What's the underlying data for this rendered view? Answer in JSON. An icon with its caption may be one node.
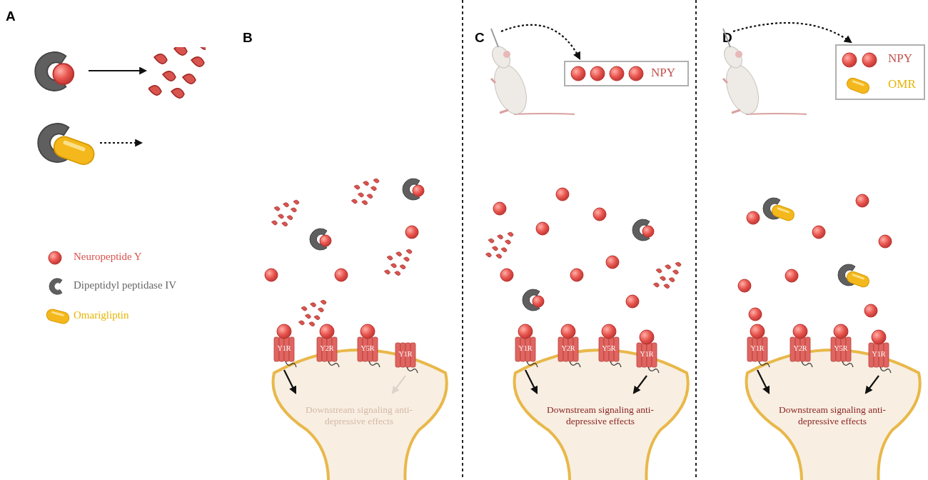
{
  "diagram": {
    "nodes": [
      {
        "text": [],
        "shape": "picture"
      },
      {
        "text": [],
        "shape": "picture"
      },
      {
        "text": [],
        "shape": "picture"
      },
      {
        "text": [
          "Downstream signaling anti-depressive effects"
        ]
      },
      {
        "text": [
          "Y1R"
        ]
      },
      {
        "text": [
          "Y2R"
        ]
      },
      {
        "text": [
          "Y5R"
        ]
      },
      {
        "text": [
          "Y1R"
        ]
      },
      {
        "text": [],
        "shape": "picture"
      },
      {
        "text": [
          "NPY"
        ]
      },
      {
        "text": [
          "Downstream signaling anti-depressive effects"
        ]
      },
      {
        "text": [
          "Y1R"
        ]
      },
      {
        "text": [
          "Y2R"
        ]
      },
      {
        "text": [
          "Y5R"
        ]
      },
      {
        "text": [
          "Y1R"
        ]
      },
      {
        "text": [],
        "shape": "picture"
      },
      {
        "text": [
          "NPY",
          "OMR"
        ]
      },
      {
        "text": [
          "Downstream signaling anti-depressive effects"
        ]
      },
      {
        "text": [
          "Y1R"
        ]
      },
      {
        "text": [
          "Y2R"
        ]
      },
      {
        "text": [
          "Y5R"
        ]
      },
      {
        "text": [
          "Y1R"
        ]
      }
    ],
    "edges": [
      {
        "from": 0,
        "to": 1,
        "arrow": "to"
      },
      {
        "from": 2,
        "to": null,
        "arrow": "to",
        "style": "dashed"
      },
      {
        "from": 4,
        "to": 3,
        "arrow": "to"
      },
      {
        "from": 7,
        "to": 3,
        "arrow": "to",
        "color": "#ddd5ca"
      },
      {
        "from": 8,
        "to": 9,
        "arrow": "to",
        "style": "dashed"
      },
      {
        "from": 11,
        "to": 10,
        "arrow": "to"
      },
      {
        "from": 14,
        "to": 10,
        "arrow": "to"
      },
      {
        "from": 15,
        "to": 16,
        "arrow": "to",
        "style": "dashed"
      },
      {
        "from": 18,
        "to": 17,
        "arrow": "to"
      },
      {
        "from": 21,
        "to": 17,
        "arrow": "to"
      }
    ],
    "labels": [
      "A",
      "B",
      "C",
      "D"
    ],
    "legend": [
      {
        "text": "Neuropeptide Y"
      },
      {
        "text": "Dipeptidyl peptidase IV"
      },
      {
        "text": "Omarigliptin"
      }
    ]
  }
}
